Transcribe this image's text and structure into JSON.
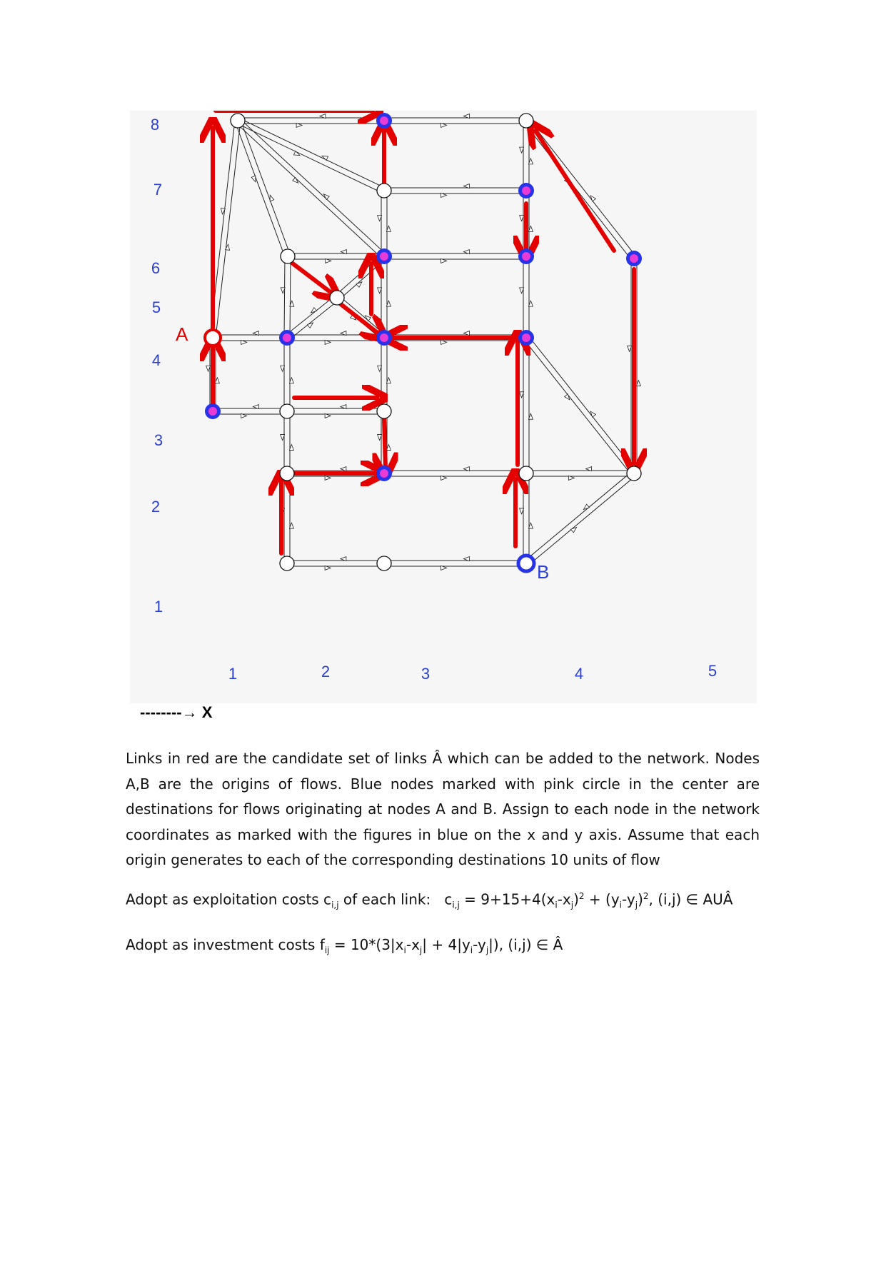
{
  "figure": {
    "y_ticks": [
      "8",
      "7",
      "6",
      "5",
      "4",
      "3",
      "2",
      "1"
    ],
    "x_ticks": [
      "1",
      "2",
      "3",
      "4",
      "5"
    ],
    "labels": {
      "A": "A",
      "B": "B"
    },
    "colors": {
      "axis_blue": "#2a3fd6",
      "red": "#e50000",
      "blue_node": "#2633e8",
      "pink": "#e83ad6",
      "line": "#222222"
    }
  },
  "axis_x_label": "--------→ X",
  "description": "Links in red are the candidate set of links Â which can be added to the network. Nodes A,B are the origins of flows. Blue nodes marked with pink circle in the center are destinations for flows originating at nodes A and B. Assign to each node in the network coordinates as marked with the figures in blue on the x and y axis. Assume that each origin generates to each of the corresponding destinations 10 units of flow",
  "formula1": {
    "intro": "Adopt as exploitation costs c",
    "intro_sub": "i,j",
    "intro_tail": " of each link:",
    "lhs": "c",
    "lhs_sub": "i,j",
    "rhs_a": " = 9+15+4(x",
    "rhs_a_sub1": "i",
    "rhs_a_mid": "-x",
    "rhs_a_sub2": "j",
    "rhs_a_close": ")",
    "sq": "2",
    "rhs_b": " + (y",
    "rhs_b_sub1": "i",
    "rhs_b_mid": "-y",
    "rhs_b_sub2": "j",
    "rhs_b_close": ")",
    "tail": ", (i,j) ∈ AUÂ"
  },
  "formula2": {
    "intro": "Adopt as investment costs f",
    "intro_sub": "ij",
    "eq": " = 10*(3|x",
    "s1": "i",
    "m1": "-x",
    "s2": "j",
    "m2": "| + 4|y",
    "s3": "i",
    "m3": "-y",
    "s4": "j",
    "tail": "|),  (i,j) ∈ Â"
  }
}
